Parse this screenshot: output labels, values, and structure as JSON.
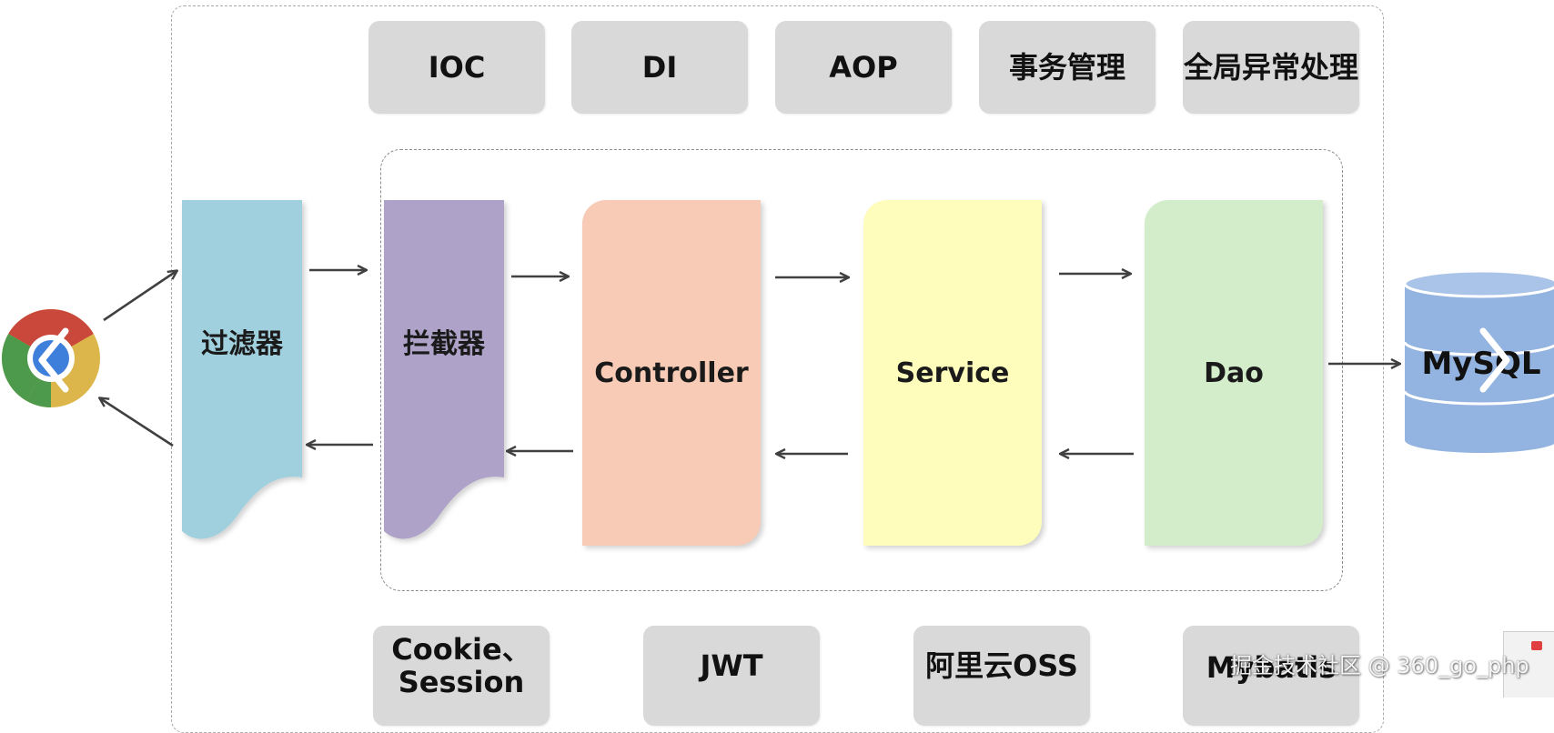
{
  "top_features": [
    {
      "label": "IOC"
    },
    {
      "label": "DI"
    },
    {
      "label": "AOP"
    },
    {
      "label": "事务管理"
    },
    {
      "label": "全局异常处理"
    }
  ],
  "bottom_features": [
    {
      "line1": "Cookie、",
      "line2": "Session"
    },
    {
      "line1": "JWT",
      "line2": ""
    },
    {
      "line1": "阿里云OSS",
      "line2": ""
    },
    {
      "line1": "Mybatis",
      "line2": ""
    }
  ],
  "pipeline": {
    "filter_label": "过滤器",
    "interceptor_label": "拦截器",
    "controller_label": "Controller",
    "service_label": "Service",
    "dao_label": "Dao",
    "database_label": "MySQL"
  },
  "colors": {
    "filter": "#a0cfdd",
    "interceptor": "#aea2c8",
    "controller": "#f7cbb5",
    "service": "#fefdbc",
    "dao": "#d3edca",
    "database": "#93b4e0",
    "pill": "#d9d9d9",
    "arrow": "#404040"
  },
  "icons": {
    "browser": "chrome-browser-icon",
    "prev": "chevron-left-icon",
    "next": "chevron-right-icon"
  },
  "watermark": "掘金技术社区 @ 360_go_php"
}
